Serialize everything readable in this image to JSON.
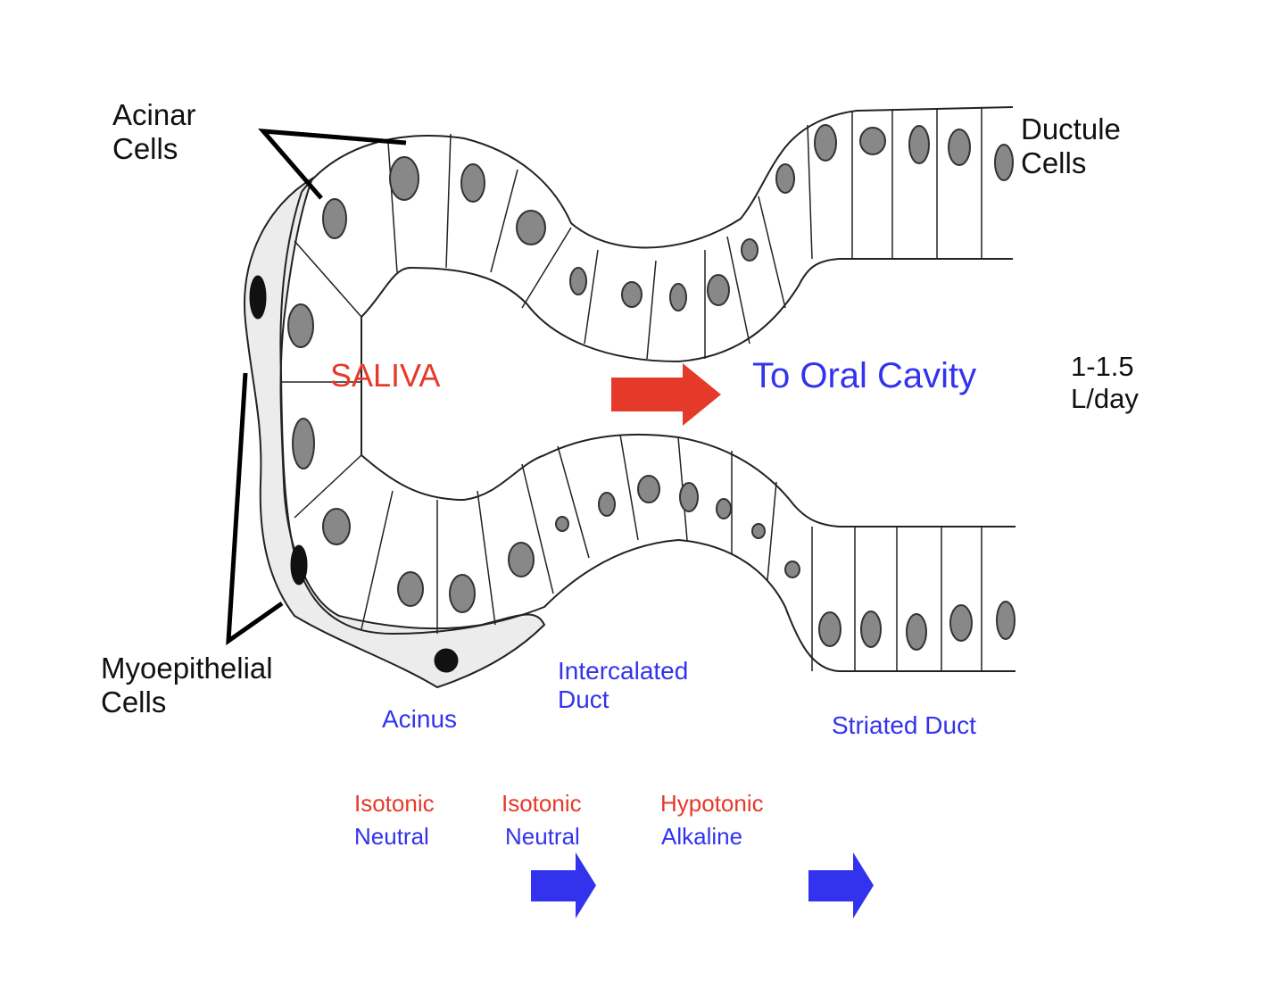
{
  "labels": {
    "acinar_cells": "Acinar\nCells",
    "ductule_cells": "Ductule\nCells",
    "myoepithelial_cells": "Myoepithelial\nCells",
    "saliva": "SALIVA",
    "to_oral_cavity": "To Oral Cavity",
    "flow_rate": "1-1.5\nL/day",
    "acinus": "Acinus",
    "intercalated_duct": "Intercalated\nDuct",
    "striated_duct": "Striated Duct"
  },
  "properties": [
    {
      "tonicity": "Isotonic",
      "ph": "Neutral"
    },
    {
      "tonicity": "Isotonic",
      "ph": "Neutral"
    },
    {
      "tonicity": "Hypotonic",
      "ph": "Alkaline"
    }
  ],
  "colors": {
    "tonicity_red": "#e53a2a",
    "region_blue": "#3333ee",
    "flow_arrow_red": "#e53a2a",
    "progress_arrow_blue": "#3333ee",
    "nucleus": "#888888",
    "myoepithelial_nucleus": "#111111"
  },
  "icons": {
    "flow_arrow": "red-right-arrow",
    "progress_arrows": "blue-right-arrow"
  }
}
